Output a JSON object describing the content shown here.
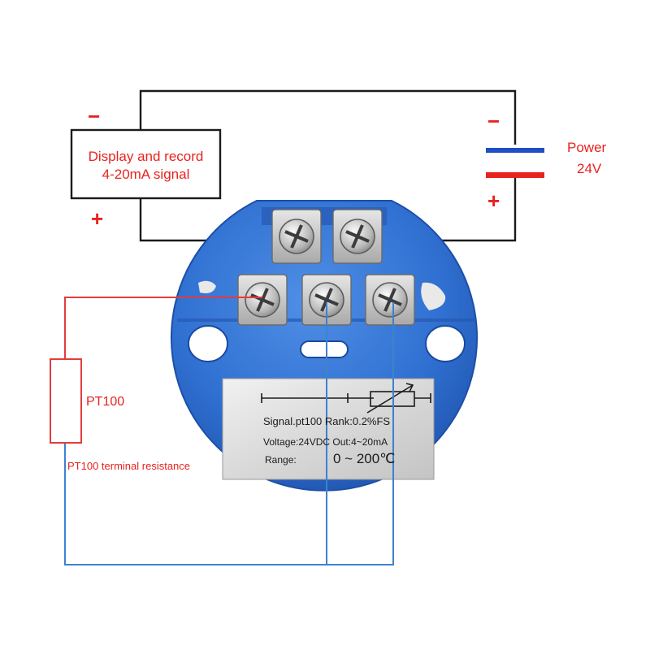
{
  "display_box": {
    "line1": "Display and record",
    "line2": "4-20mA signal",
    "minus": "−",
    "plus": "+"
  },
  "power": {
    "label": "Power",
    "voltage": "24V",
    "minus": "−",
    "plus": "+"
  },
  "sensor": {
    "name": "PT100",
    "caption": "PT100 terminal resistance"
  },
  "nameplate": {
    "line1": "Signal.pt100 Rank:0.2%FS",
    "line2": "Voltage:24VDC Out:4~20mA",
    "range_label": "Range:",
    "range_value": "0 ~ 200℃"
  },
  "colors": {
    "body_blue": "#2f6fd0",
    "wire_red": "#e33c3c",
    "wire_blue": "#3c82d2",
    "wire_black": "#1b1b1b",
    "text_red": "#e8231e",
    "battery_neg": "#1f4fc7",
    "battery_pos": "#e8231e"
  },
  "icons": [
    "screw-terminal-icon",
    "resistor-icon",
    "variable-resistor-icon",
    "battery-icon"
  ]
}
